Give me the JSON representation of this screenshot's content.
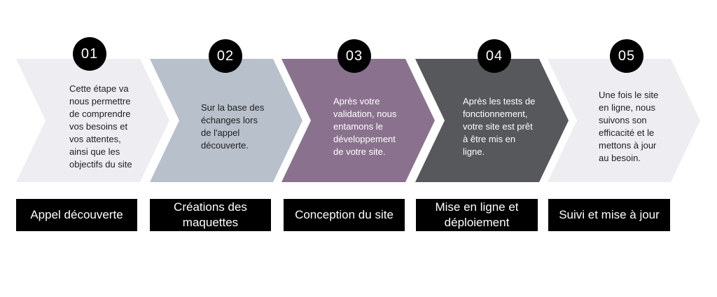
{
  "colors": {
    "light": "#eeedf2",
    "blue_grey": "#b8c0cb",
    "mauve": "#8a728e",
    "dark": "#57585c",
    "black": "#000000",
    "white": "#ffffff",
    "text_dark": "#1e1e1e"
  },
  "steps": [
    {
      "number": "01",
      "description": [
        "Cette étape va",
        "nous permettre",
        "de comprendre",
        "vos besoins et",
        "vos attentes,",
        "ainsi que les",
        "objectifs du site"
      ],
      "title": [
        "Appel découverte"
      ]
    },
    {
      "number": "02",
      "description": [
        "Sur la base des",
        "échanges lors",
        "de l'appel",
        "découverte."
      ],
      "title": [
        "Créations des",
        "maquettes"
      ]
    },
    {
      "number": "03",
      "description": [
        "Après votre",
        "validation, nous",
        "entamons le",
        "développement",
        "de votre site."
      ],
      "title": [
        "Conception du site"
      ]
    },
    {
      "number": "04",
      "description": [
        "Après les tests de",
        "fonctionnement,",
        "votre site est prêt",
        "à être mis en",
        "ligne."
      ],
      "title": [
        "Mise en ligne et",
        "déploiement"
      ]
    },
    {
      "number": "05",
      "description": [
        "Une fois le site",
        "en ligne, nous",
        "suivons son",
        "efficacité et le",
        "mettons à jour",
        "au besoin."
      ],
      "title": [
        "Suivi et mise à jour"
      ]
    }
  ]
}
